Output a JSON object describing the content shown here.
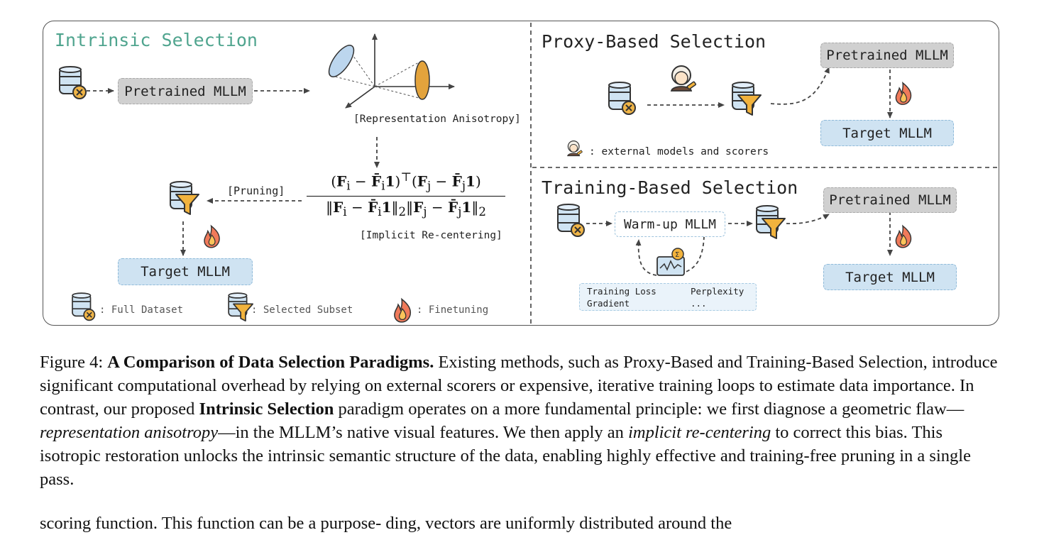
{
  "panels": {
    "intrinsic": {
      "title": "Intrinsic Selection",
      "pretrained_label": "Pretrained MLLM",
      "anisotropy_label": "[Representation Anisotropy]",
      "pruning_label": "[Pruning]",
      "recentering_label": "[Implicit Re-centering]",
      "target_label": "Target MLLM"
    },
    "proxy": {
      "title": "Proxy-Based Selection",
      "pretrained_label": "Pretrained MLLM",
      "target_label": "Target MLLM",
      "scorer_note": ": external models and scorers"
    },
    "training": {
      "title": "Training-Based Selection",
      "warmup_label": "Warm-up MLLM",
      "pretrained_label": "Pretrained MLLM",
      "target_label": "Target MLLM",
      "metrics": [
        "Training Loss",
        "Perplexity",
        "Gradient",
        "..."
      ]
    }
  },
  "legend": {
    "full_dataset": ": Full Dataset",
    "selected_subset": ": Selected Subset",
    "finetuning": ": Finetuning"
  },
  "colors": {
    "intrinsic_title": "#4fa48e",
    "database_blue": "#cfe3f2",
    "filter_orange": "#f2b33d",
    "cross_orange": "#f0b547",
    "flame_red": "#e8503a",
    "chip_gray": "#d0d0d0",
    "chip_blue": "#cfe3f2"
  },
  "caption": {
    "figure_number": "Figure 4:",
    "bold_title": "A Comparison of Data Selection Paradigms.",
    "text_1": " Existing methods, such as Proxy-Based and Training-Based Selection, introduce significant computational overhead by relying on external scorers or expensive, iterative training loops to estimate data importance. In contrast, our proposed ",
    "bold_2": "Intrinsic Selection",
    "text_2": " paradigm operates on a more fundamental principle: we first diagnose a geometric flaw—",
    "italic_1": "representation anisotropy",
    "text_3": "—in the MLLM’s native visual features. We then apply an ",
    "italic_2": "implicit re-centering",
    "text_4": " to correct this bias. This isotropic restoration unlocks the intrinsic semantic structure of the data, enabling highly effective and training-free pruning in a single pass."
  },
  "cut_off_line": "scoring function. This function can be a purpose-        ding, vectors are uniformly distributed around the"
}
